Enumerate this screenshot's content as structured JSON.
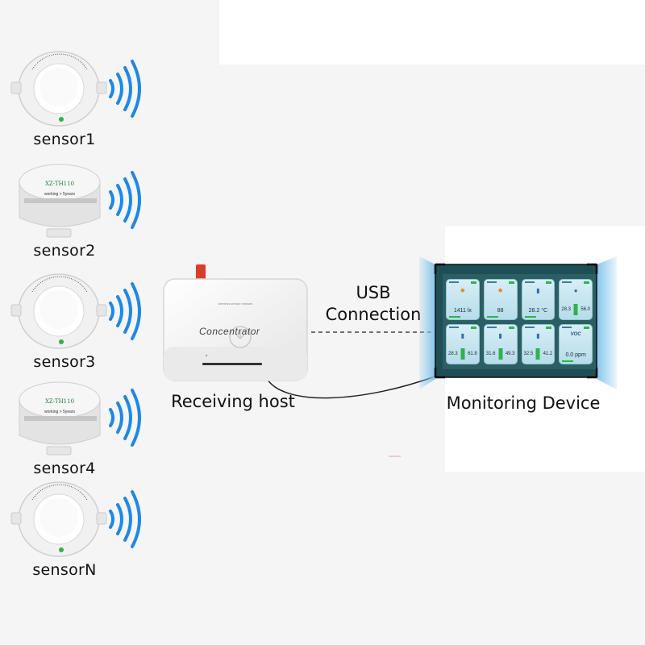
{
  "sensors": [
    {
      "label": "sensor1",
      "kind": "dome",
      "ring_text": "WIRELESS ILLUMINANCE SENSOR"
    },
    {
      "label": "sensor2",
      "kind": "box",
      "model": "XZ-TH110",
      "note": "working > 5years"
    },
    {
      "label": "sensor3",
      "kind": "dome",
      "ring_text": "WIRELESS ILLUMINANCE SENSOR"
    },
    {
      "label": "sensor4",
      "kind": "box",
      "model": "XZ-TH110",
      "note": "working > 5years"
    },
    {
      "label": "sensorN",
      "kind": "dome",
      "ring_text": "WIRELESS ILLUMINANCE SENSOR"
    }
  ],
  "receiver": {
    "device_text": "Concentrator",
    "label": "Receiving host"
  },
  "connection": {
    "line1": "USB",
    "line2": "Connection"
  },
  "monitor": {
    "label": "Monitoring Device",
    "tiles": [
      {
        "icon": "sun-icon",
        "value": "1411",
        "unit": "lx"
      },
      {
        "icon": "sun-icon",
        "value": "88"
      },
      {
        "icon": "thermometer-icon",
        "value": "28.2",
        "unit": "°C"
      },
      {
        "icon": "droplet-icon",
        "left": "28.3",
        "right": "56.0"
      },
      {
        "icon": "thermometer-icon",
        "left": "28.3",
        "right": "61.8"
      },
      {
        "icon": "thermometer-icon",
        "left": "31.6",
        "right": "49.3"
      },
      {
        "icon": "thermometer-icon",
        "left": "32.5",
        "right": "41.2"
      },
      {
        "icon": "voc-icon",
        "title": "VOC",
        "value": "0.0",
        "unit": "ppm"
      }
    ]
  },
  "colors": {
    "wave": "#1e88e5",
    "link_line": "#222222",
    "screen_glow": "#7fc3ea",
    "led": "#d93d2a",
    "status_green": "#2db34a"
  }
}
